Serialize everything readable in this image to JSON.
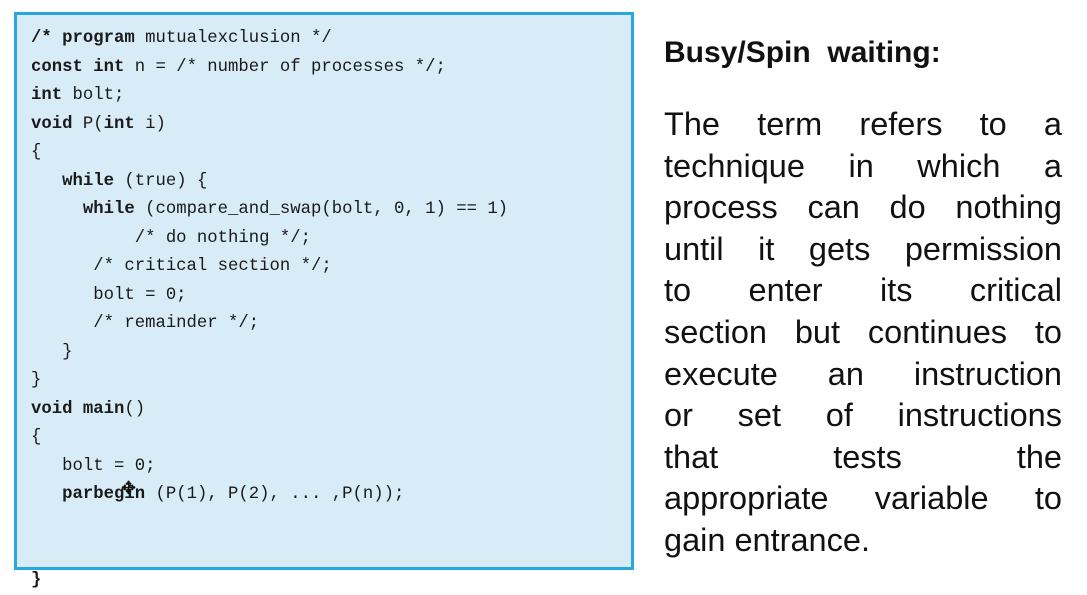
{
  "code_listing": {
    "lines": [
      [
        {
          "t": "/* ",
          "b": true
        },
        {
          "t": "program",
          "b": true
        },
        {
          "t": " mutualexclusion */",
          "b": false
        }
      ],
      [
        {
          "t": "const int",
          "b": true
        },
        {
          "t": " n = /* number of processes */;",
          "b": false
        }
      ],
      [
        {
          "t": "int",
          "b": true
        },
        {
          "t": " bolt;",
          "b": false
        }
      ],
      [
        {
          "t": "void",
          "b": true
        },
        {
          "t": " P(",
          "b": false
        },
        {
          "t": "int",
          "b": true
        },
        {
          "t": " i)",
          "b": false
        }
      ],
      [
        {
          "t": "{",
          "b": false
        }
      ],
      [
        {
          "t": "   ",
          "b": false
        },
        {
          "t": "while",
          "b": true
        },
        {
          "t": " (true) {",
          "b": false
        }
      ],
      [
        {
          "t": "     ",
          "b": false
        },
        {
          "t": "while",
          "b": true
        },
        {
          "t": " (compare_and_swap(bolt, 0, 1) == 1)",
          "b": false
        }
      ],
      [
        {
          "t": "          /* do nothing */;",
          "b": false
        }
      ],
      [
        {
          "t": "      /* critical section */;",
          "b": false
        }
      ],
      [
        {
          "t": "      bolt = 0;",
          "b": false
        }
      ],
      [
        {
          "t": "      /* remainder */;",
          "b": false
        }
      ],
      [
        {
          "t": "   }",
          "b": false
        }
      ],
      [
        {
          "t": "}",
          "b": false
        }
      ],
      [
        {
          "t": "void main",
          "b": true
        },
        {
          "t": "()",
          "b": false
        }
      ],
      [
        {
          "t": "{",
          "b": false
        }
      ],
      [
        {
          "t": "   bolt = 0;",
          "b": false
        }
      ],
      [
        {
          "t": "   ",
          "b": false
        },
        {
          "t": "parbegin",
          "b": true
        },
        {
          "t": " (P(1), P(2), ... ,P(n));",
          "b": false
        }
      ],
      [],
      [
        {
          "t": "}",
          "b": true
        }
      ]
    ]
  },
  "cursor_icon": "move-cursor-icon",
  "title": "Busy/Spin  waiting:",
  "paragraph_lines": [
    "The term refers to a",
    "technique in which a",
    "process can do nothing",
    "until it gets permission",
    "to enter its critical",
    "section but continues to",
    "execute an instruction",
    "or set of instructions",
    "that tests the",
    "appropriate variable to",
    "gain entrance."
  ],
  "colors": {
    "code_background": "#d7ecf7",
    "code_border": "#29a8e0",
    "text": "#111111"
  }
}
